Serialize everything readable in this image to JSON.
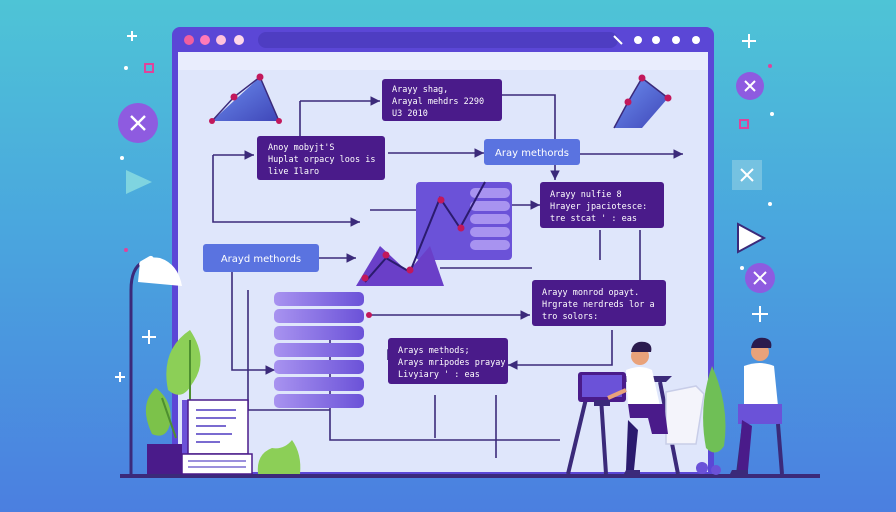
{
  "window": {
    "controls": [
      "dot-pink",
      "dot-magenta",
      "dot-rose"
    ],
    "toolbar_icons": [
      "pen-icon",
      "dot-icon",
      "dot-icon",
      "dot-icon",
      "dot-icon"
    ]
  },
  "colors": {
    "frame": "#5b47d6",
    "canvas": "#e4e9fb",
    "purple": "#4a1b8a",
    "violet": "#6b52d8",
    "blue": "#4b6fdc",
    "line": "#3b2a7a",
    "node": "#c2185b"
  },
  "nodes": {
    "top_center": [
      "Arayy shag,",
      "Arayal mehdrs 2290",
      "U3 2010"
    ],
    "upper_left": [
      "Anoy mobyjt'S",
      "Huplat orpacy loos is",
      "live Ilaro"
    ],
    "pill_right": "Aray methords",
    "right_middle": [
      "Arayy nulfie 8",
      "Hrayer jpaciotesce:",
      "tre stcat ' : eas"
    ],
    "pill_left": "Arayd methords",
    "right_lower": [
      "Arayy monrod opayt.",
      "Hrgrate nerdreds lor a",
      "tro solors:"
    ],
    "bottom_center": [
      "Arays methods;",
      "Arays mripodes prayay",
      "Livyiary ' : eas"
    ]
  },
  "decorations": {
    "left": [
      "plus-icon",
      "x-badge-icon",
      "play-icon",
      "lamp-icon",
      "plant-icon",
      "document-stack-icon"
    ],
    "right": [
      "plus-icon",
      "x-badge-icon",
      "play-icon",
      "x-badge-icon",
      "plus-icon"
    ],
    "people": [
      "person-at-desk",
      "person-seated"
    ]
  }
}
